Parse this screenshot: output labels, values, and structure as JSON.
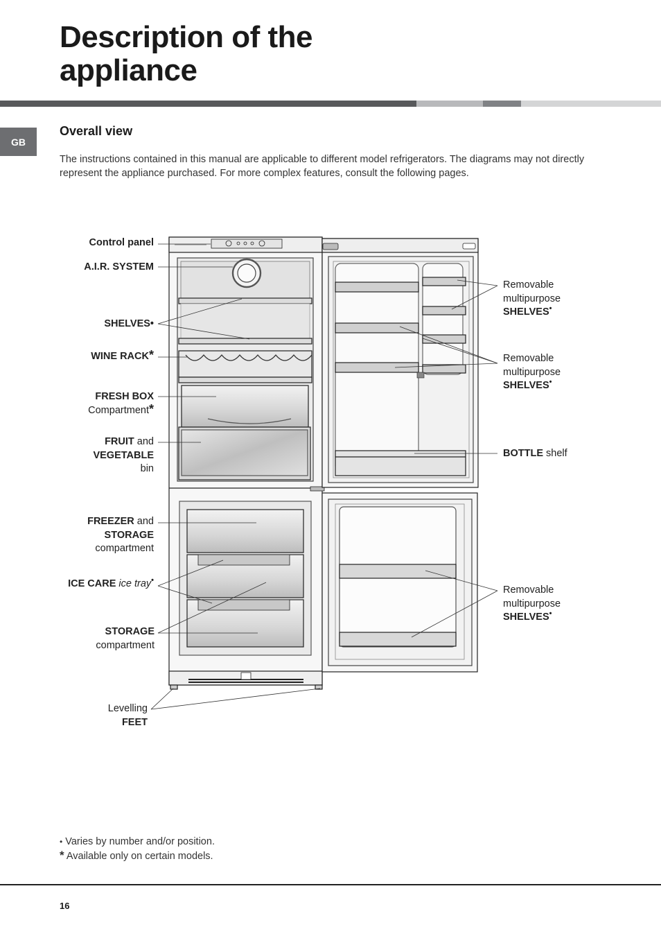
{
  "header": {
    "title": "Description of the\nappliance",
    "lang_tab": "GB"
  },
  "section": {
    "title": "Overall view",
    "intro": "The instructions contained in this manual are applicable to different model refrigerators. The diagrams may not directly represent the appliance purchased. For more complex features, consult the following pages."
  },
  "labels_left": {
    "control_panel": "Control panel",
    "air_system": "A.I.R. SYSTEM",
    "shelves": "SHELVES•",
    "wine_rack": "WINE RACK",
    "fresh_box_bold": "FRESH BOX",
    "fresh_box_rest": "Compartment",
    "fruit_bold": "FRUIT",
    "fruit_and": " and",
    "vegetable_bold": "VEGETABLE",
    "bin": "bin",
    "freezer_bold": "FREEZER",
    "freezer_and": " and",
    "storage1_bold": "STORAGE",
    "compartment1": "compartment",
    "ice_care_bold": "ICE CARE",
    "ice_care_italic": " ice tray",
    "storage2_bold": "STORAGE",
    "compartment2": "compartment",
    "levelling": "Levelling",
    "feet_bold": "FEET"
  },
  "labels_right": {
    "door_shelves_1": {
      "line1": "Removable",
      "line2": "multipurpose",
      "bold": "SHELVES"
    },
    "door_shelves_2": {
      "line1": "Removable",
      "line2": "multipurpose",
      "bold": "SHELVES"
    },
    "bottle_bold": "BOTTLE",
    "bottle_rest": " shelf",
    "freezer_door_shelves": {
      "line1": "Removable",
      "line2": "multipurpose",
      "bold": "SHELVES"
    }
  },
  "symbols": {
    "asterisk": "*",
    "dot": "•"
  },
  "footnotes": {
    "bullet": "•",
    "varies": " Varies by number and/or position.",
    "asterisk": "*",
    "available": " Available only on certain models."
  },
  "footer": {
    "page_number": "16"
  },
  "colors": {
    "line": "#222222",
    "appliance_fill": "#eeeeee",
    "shadow": "#cfcfcf",
    "band_dark": "#58595b"
  }
}
